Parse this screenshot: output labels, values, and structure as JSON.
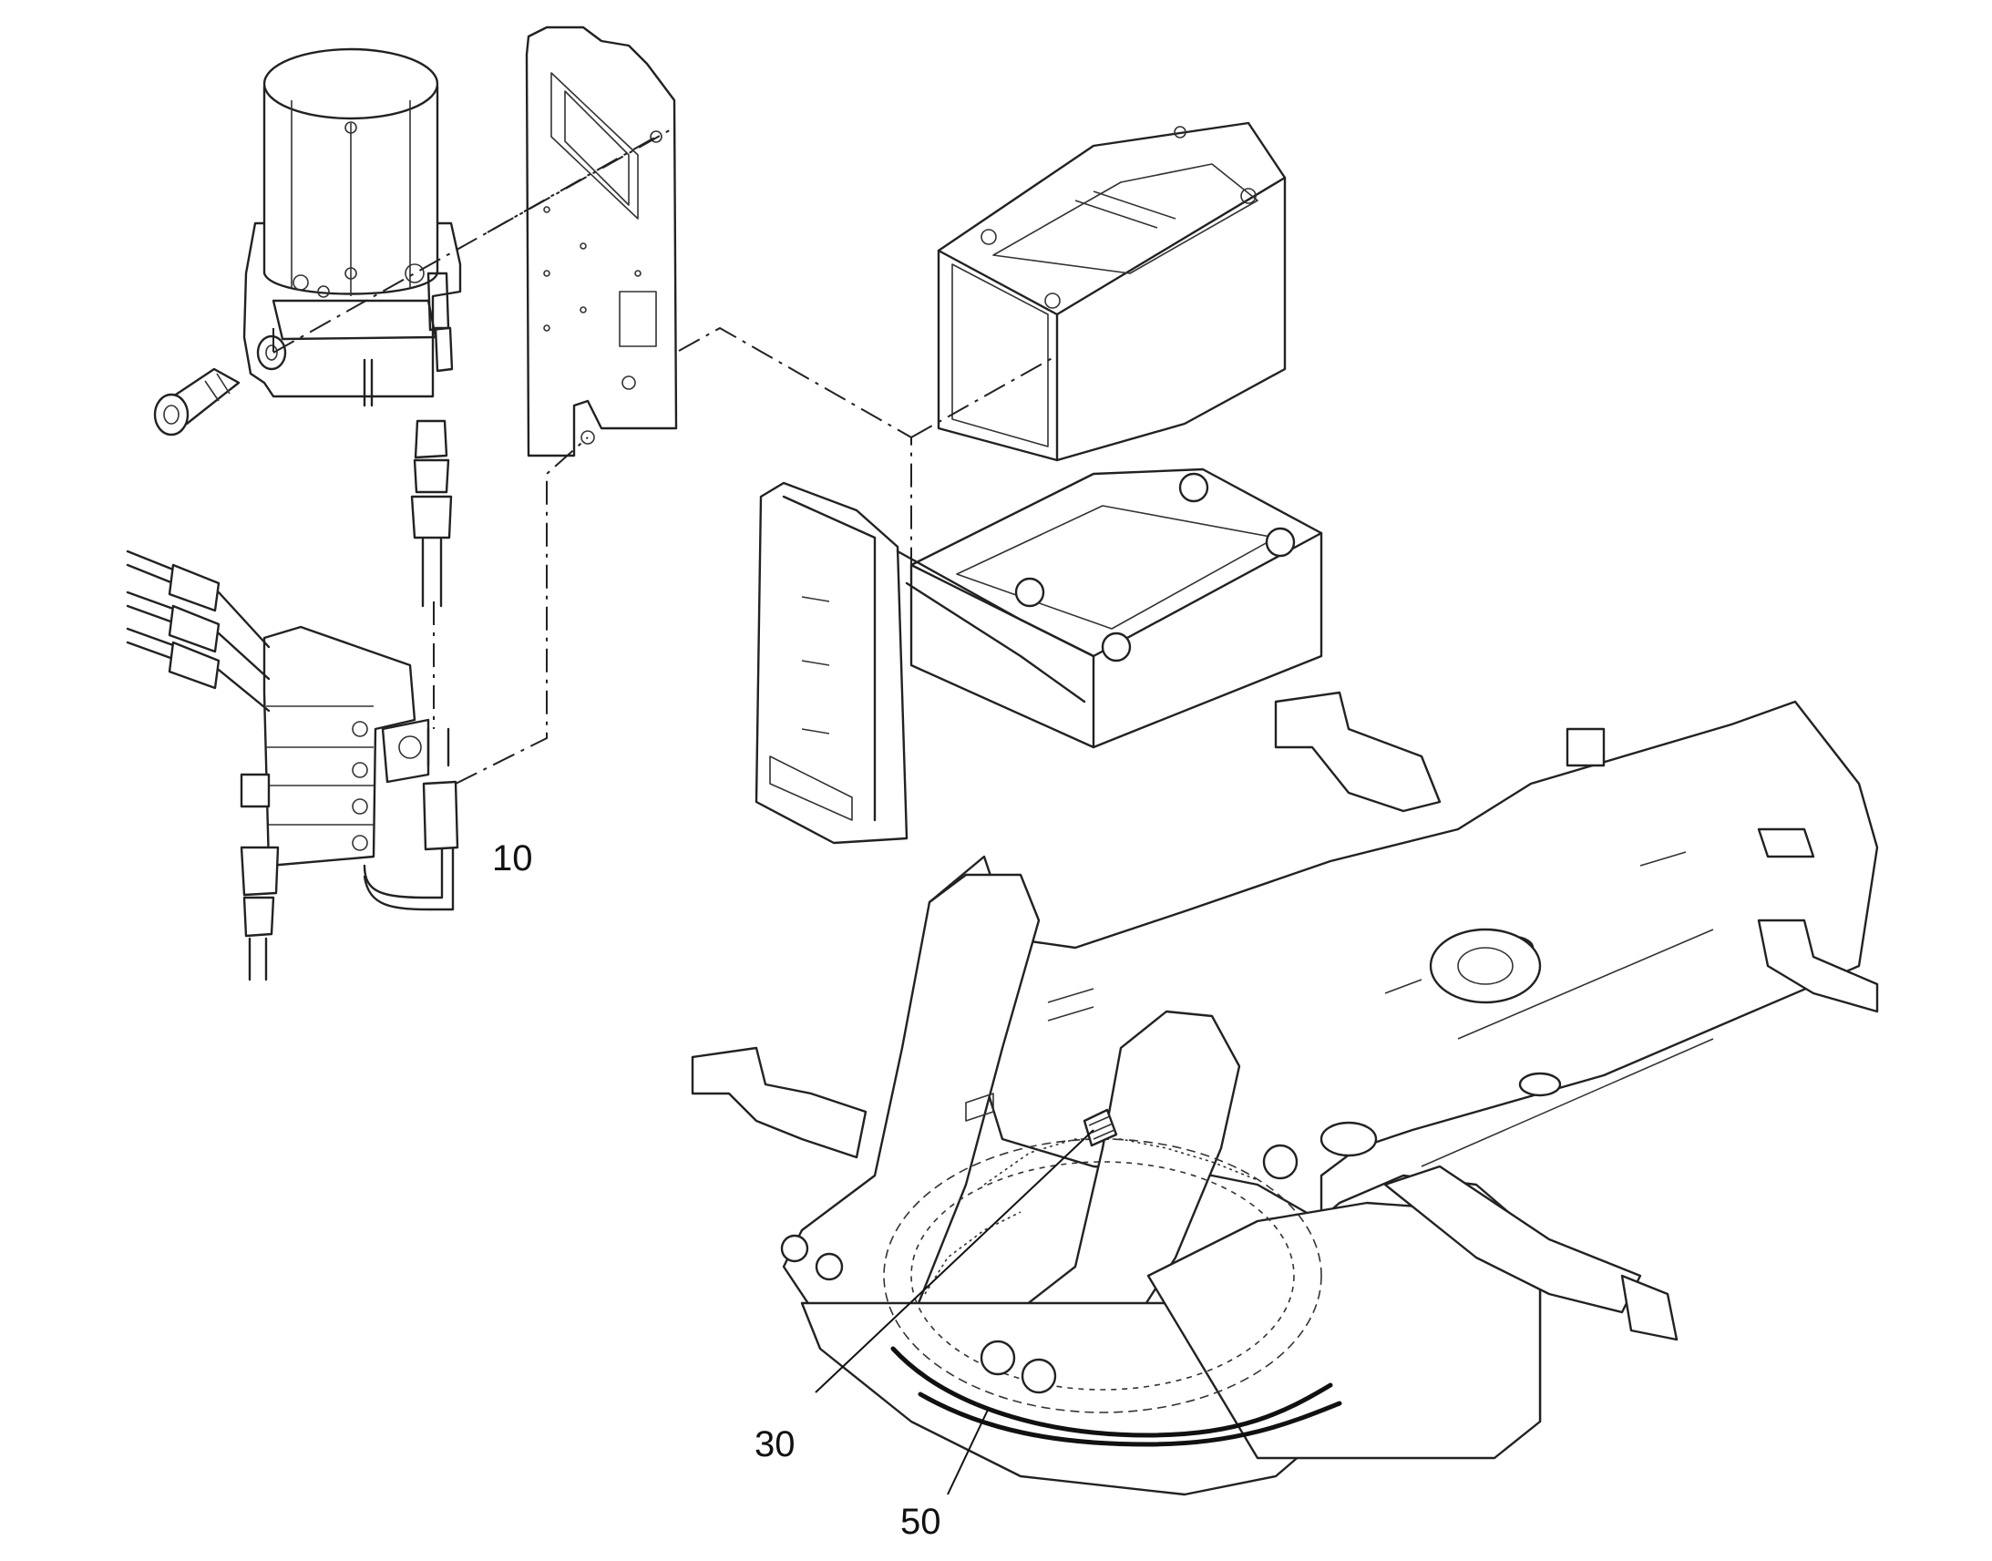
{
  "callouts": [
    {
      "id": "callout-10",
      "label": "10"
    },
    {
      "id": "callout-30",
      "label": "30"
    },
    {
      "id": "callout-50",
      "label": "50"
    }
  ],
  "colors": {
    "line": "#222222",
    "background": "#ffffff",
    "text": "#111111"
  }
}
